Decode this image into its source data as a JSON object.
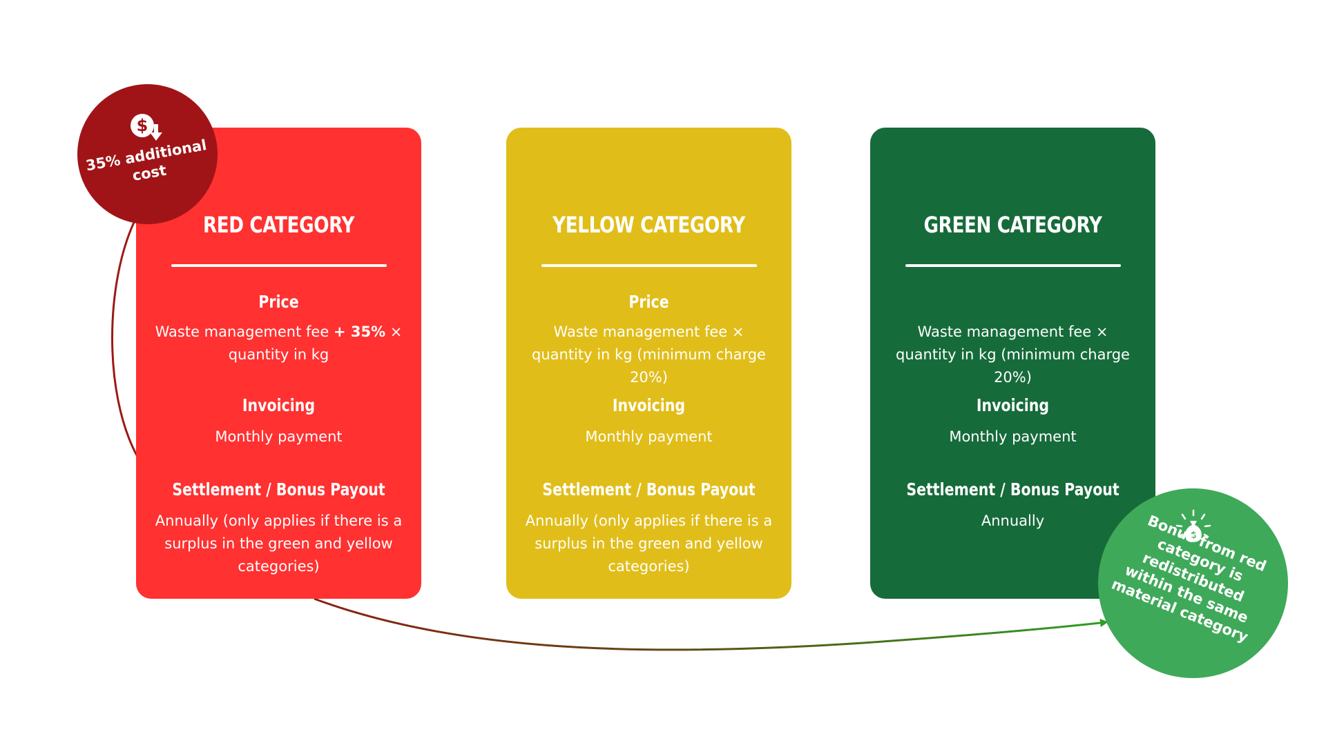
{
  "colors": {
    "red": "#ff3131",
    "yellow": "#e1bd1a",
    "green": "#166b3a",
    "red_badge": "#a01417",
    "green_badge": "#3fa95a",
    "connector_red": "#9b1a14",
    "connector_green": "#2e9e24"
  },
  "cards": [
    {
      "title": "RED CATEGORY",
      "price_heading": "Price",
      "price_text_prefix": "Waste management fee ",
      "price_text_bold": "+ 35%",
      "price_text_suffix": " × quantity in kg",
      "invoicing_heading": "Invoicing",
      "invoicing_text": "Monthly payment",
      "settlement_heading": "Settlement / Bonus Payout",
      "settlement_text": "Annually (only applies if there is a surplus in the green and yellow categories)"
    },
    {
      "title": "YELLOW CATEGORY",
      "price_heading": "Price",
      "price_text": "Waste management fee × quantity in kg (minimum charge 20%)",
      "invoicing_heading": "Invoicing",
      "invoicing_text": "Monthly payment",
      "settlement_heading": "Settlement / Bonus Payout",
      "settlement_text": "Annually (only applies if there is a surplus in the green and yellow categories)"
    },
    {
      "title": "GREEN CATEGORY",
      "price_text": "Waste management fee × quantity in kg (minimum charge 20%)",
      "invoicing_heading": "Invoicing",
      "invoicing_text": "Monthly payment",
      "settlement_heading": "Settlement / Bonus Payout",
      "settlement_text": "Annually"
    }
  ],
  "badges": {
    "red": {
      "icon": "dollar-down-arrow-icon",
      "text": "35% additional cost"
    },
    "green": {
      "icon": "money-bag-icon",
      "text": "Bonus from red category is redistributed within the same material category"
    }
  }
}
